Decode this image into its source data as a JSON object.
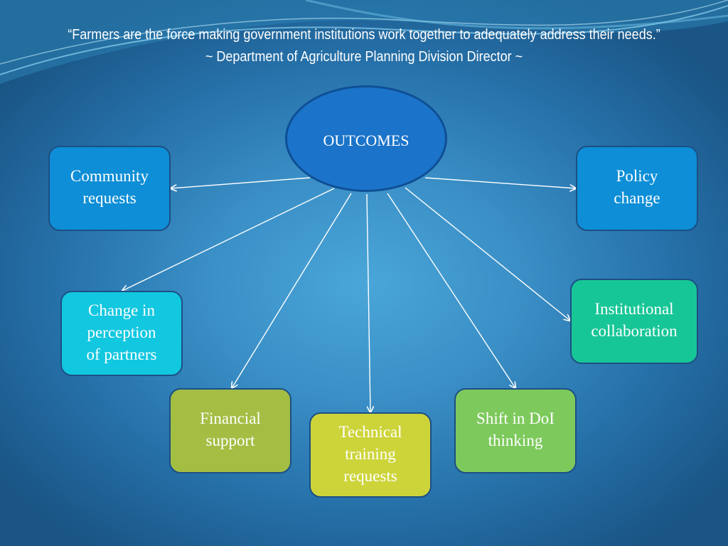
{
  "header": {
    "quote": "“Farmers are the force making government institutions work together to adequately address their needs.”",
    "attribution": "~ Department of Agriculture Planning Division Director ~"
  },
  "diagram": {
    "hub_label": "OUTCOMES",
    "nodes": [
      {
        "id": "community",
        "label": "Community\nrequests"
      },
      {
        "id": "policy",
        "label": "Policy\nchange"
      },
      {
        "id": "perception",
        "label": "Change in\nperception\nof partners"
      },
      {
        "id": "institutional",
        "label": "Institutional\ncollaboration"
      },
      {
        "id": "financial",
        "label": "Financial\nsupport"
      },
      {
        "id": "technical",
        "label": "Technical\ntraining\nrequests"
      },
      {
        "id": "doi",
        "label": "Shift in DoI\nthinking"
      }
    ]
  },
  "colors": {
    "hub": "#1b74c9",
    "community": "#0d8ed6",
    "policy": "#0d8ed6",
    "perception": "#12c7e0",
    "institutional": "#17c696",
    "financial": "#a4be44",
    "technical": "#cdd43a",
    "doi": "#7dc95c",
    "connector": "#ffffff"
  }
}
